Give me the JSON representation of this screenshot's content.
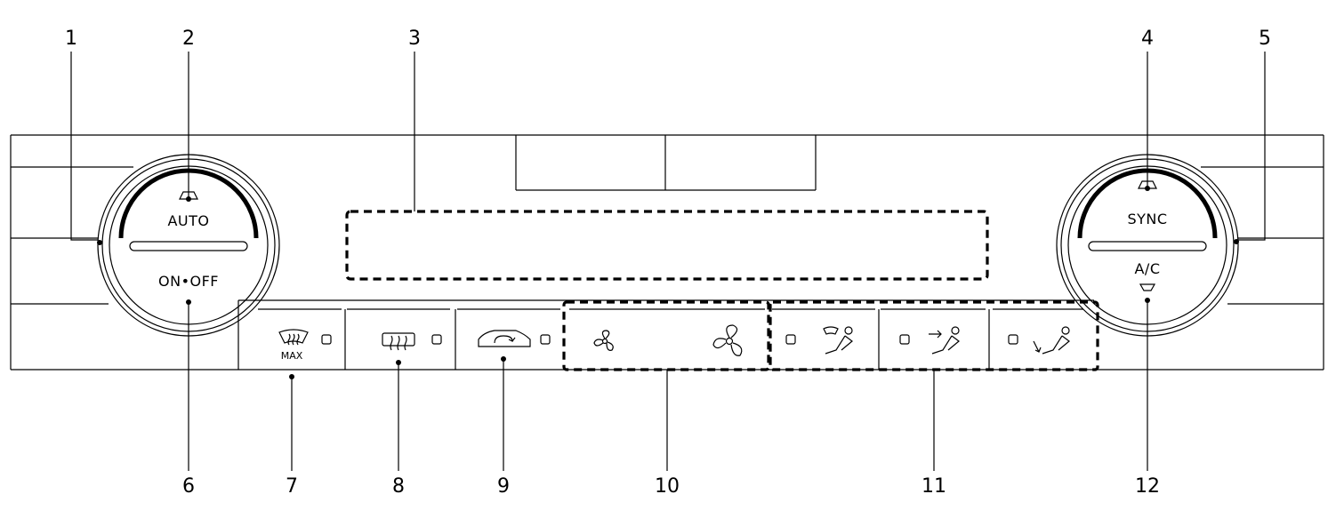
{
  "callouts": [
    "1",
    "2",
    "3",
    "4",
    "5",
    "6",
    "7",
    "8",
    "9",
    "10",
    "11",
    "12"
  ],
  "left_knob": {
    "top_label": "AUTO",
    "bottom_label": "ON•OFF"
  },
  "right_knob": {
    "top_label": "SYNC",
    "bottom_label": "A/C"
  },
  "buttons": {
    "max_defrost_sub": "MAX",
    "max_defrost_icon": "windshield-defrost-max-icon",
    "rear_defrost_icon": "rear-defrost-icon",
    "recirculation_icon": "air-recirculation-icon",
    "fan_low_icon": "fan-low-icon",
    "fan_high_icon": "fan-high-icon",
    "mode_defrost_feet_icon": "defrost-feet-mode-icon",
    "mode_face_icon": "face-mode-icon",
    "mode_feet_icon": "feet-mode-icon"
  }
}
